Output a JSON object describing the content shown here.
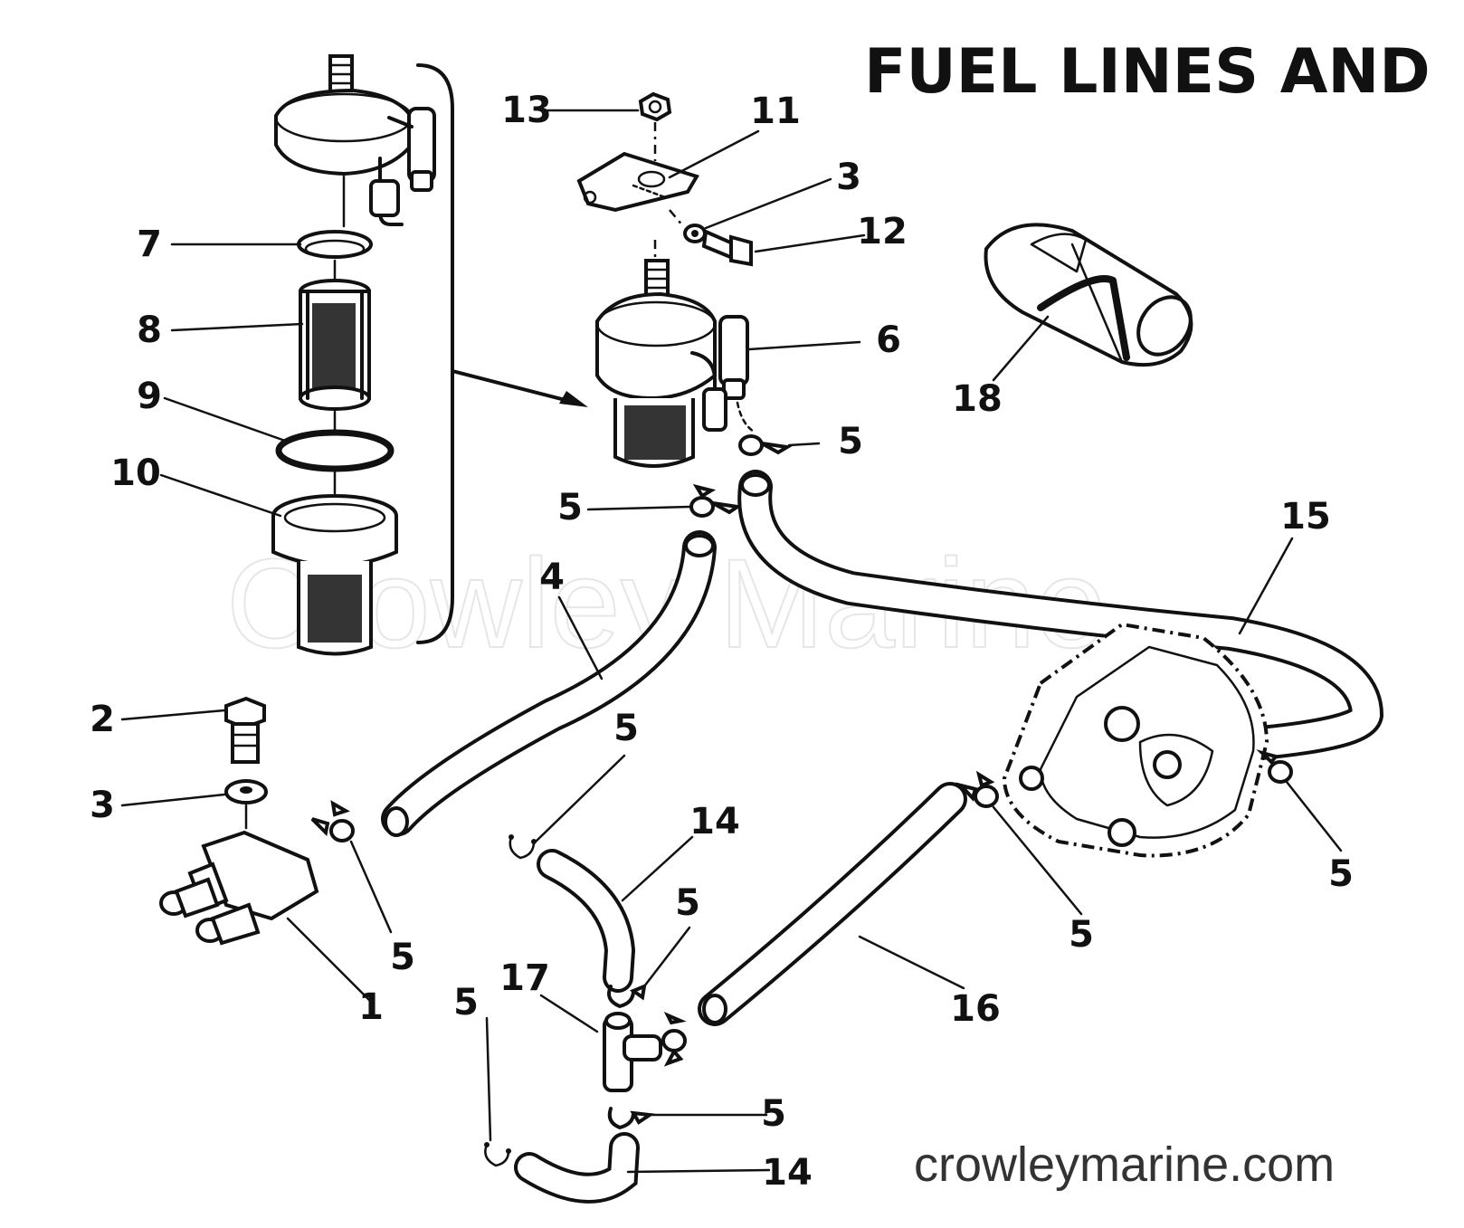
{
  "title": "FUEL LINES AND",
  "watermark": "Crowley Marine",
  "website": "crowleymarine.com",
  "callouts": [
    {
      "id": "c13",
      "text": "13"
    },
    {
      "id": "c11",
      "text": "11"
    },
    {
      "id": "c3a",
      "text": "3"
    },
    {
      "id": "c12",
      "text": "12"
    },
    {
      "id": "c7",
      "text": "7"
    },
    {
      "id": "c8",
      "text": "8"
    },
    {
      "id": "c6",
      "text": "6"
    },
    {
      "id": "c9",
      "text": "9"
    },
    {
      "id": "c18",
      "text": "18"
    },
    {
      "id": "c5a",
      "text": "5"
    },
    {
      "id": "c10",
      "text": "10"
    },
    {
      "id": "c5b",
      "text": "5"
    },
    {
      "id": "c15",
      "text": "15"
    },
    {
      "id": "c4",
      "text": "4"
    },
    {
      "id": "c2",
      "text": "2"
    },
    {
      "id": "c5c",
      "text": "5"
    },
    {
      "id": "c3b",
      "text": "3"
    },
    {
      "id": "c14a",
      "text": "14"
    },
    {
      "id": "c5d",
      "text": "5"
    },
    {
      "id": "c5e",
      "text": "5"
    },
    {
      "id": "c5f",
      "text": "5"
    },
    {
      "id": "c5g",
      "text": "5"
    },
    {
      "id": "c1",
      "text": "1"
    },
    {
      "id": "c17",
      "text": "17"
    },
    {
      "id": "c16",
      "text": "16"
    },
    {
      "id": "c5h",
      "text": "5"
    },
    {
      "id": "c5i",
      "text": "5"
    },
    {
      "id": "c14b",
      "text": "14"
    }
  ]
}
